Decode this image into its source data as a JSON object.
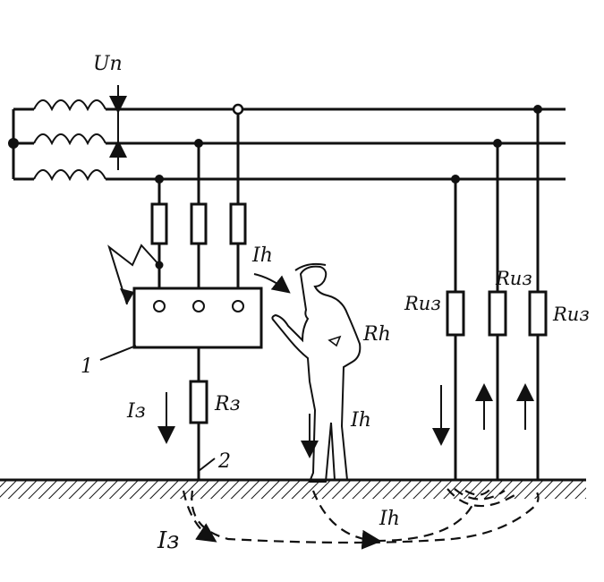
{
  "labels": {
    "voltage": "Uп",
    "current_h_top": "Ih",
    "resistance_h": "Rh",
    "current_h_body": "Ih",
    "current_ground": "Iз",
    "resistance_ground": "Rз",
    "number_1": "1",
    "number_2": "2",
    "r_insulation_1": "Rиз",
    "r_insulation_2": "Rиз",
    "r_insulation_3": "Rиз",
    "current_h_soil": "Ih",
    "current_ground_soil": "Iз"
  }
}
